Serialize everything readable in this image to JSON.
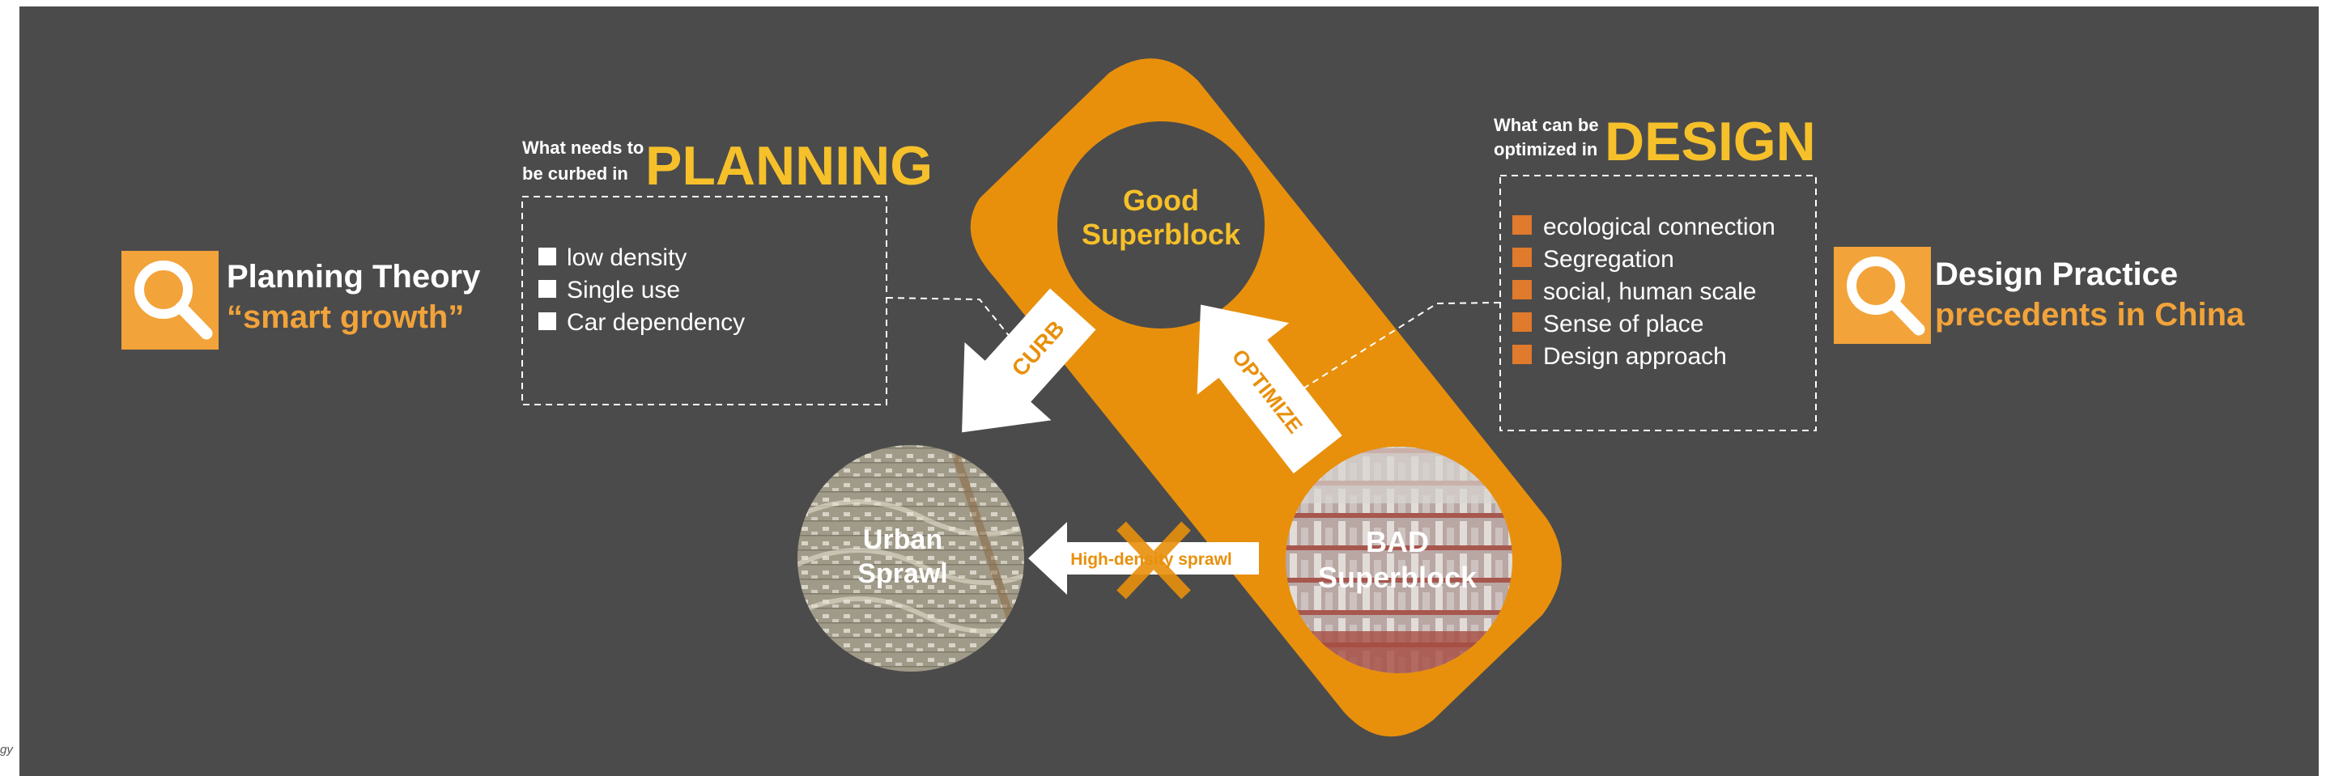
{
  "colors": {
    "background": "#4b4b4b",
    "orange": "#e8900c",
    "title_yellow": "#f6c02a",
    "light_orange": "#f2a33a",
    "box_orange": "#e07a2c",
    "white": "#ffffff"
  },
  "left_panel": {
    "title": "Planning Theory",
    "subtitle": "“smart growth”",
    "icon": "search-icon"
  },
  "right_panel": {
    "title": "Design Practice",
    "subtitle": "precedents in China",
    "icon": "search-icon"
  },
  "planning_box": {
    "prefix_line1": "What needs to",
    "prefix_line2": "be  curbed  in",
    "heading": "PLANNING",
    "items": [
      "low density",
      "Single use",
      "Car dependency"
    ]
  },
  "design_box": {
    "prefix_line1": "What can be",
    "prefix_line2": "optimized in",
    "heading": "DESIGN",
    "items": [
      "ecological connection",
      "Segregation",
      "social, human scale",
      "Sense of place",
      "Design approach"
    ]
  },
  "nodes": {
    "good_line1": "Good",
    "good_line2": "Superblock",
    "bad_line1": "BAD",
    "bad_line2": "Superblock",
    "sprawl_line1": "Urban",
    "sprawl_line2": "Sprawl"
  },
  "arrows": {
    "curb": "CURB",
    "optimize": "OPTIMIZE",
    "high_density": "High-density sprawl"
  },
  "corner_text": "gy"
}
